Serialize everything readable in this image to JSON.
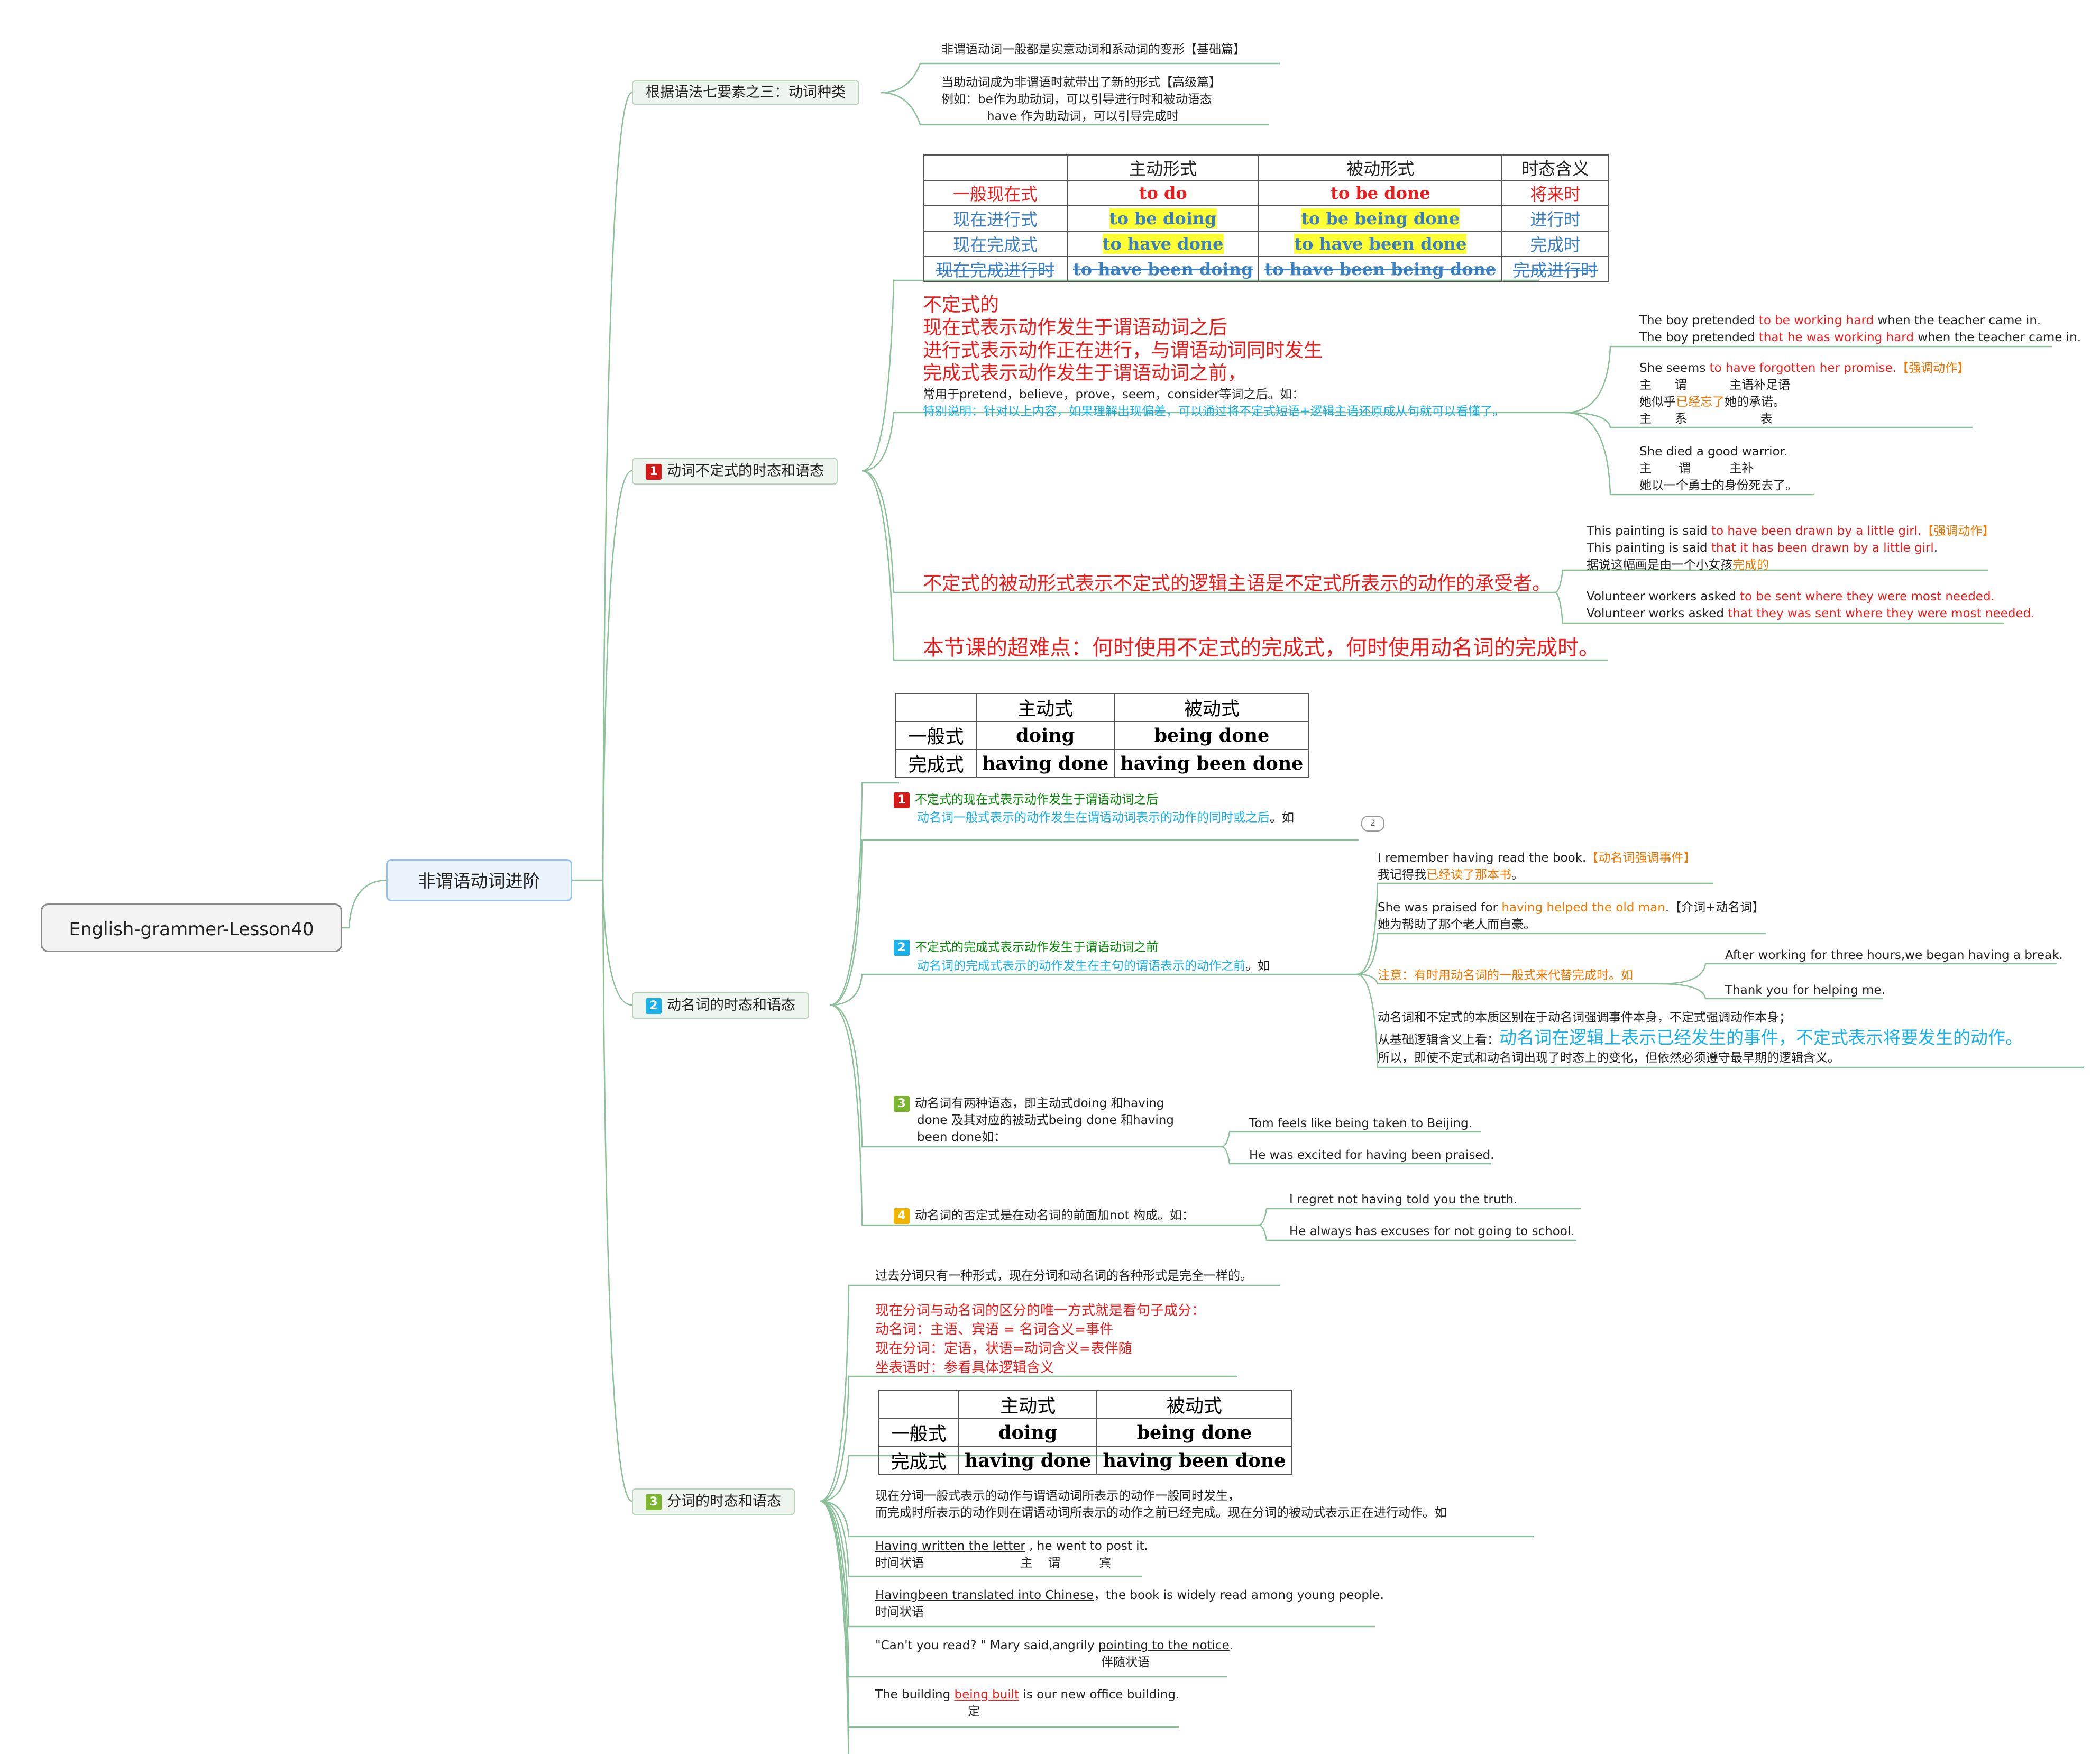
{
  "root": {
    "label": "English-grammer-Lesson40"
  },
  "main": {
    "label": "非谓语动词进阶"
  },
  "branch0": {
    "label": "根据语法七要素之三：动词种类",
    "note1": "非谓语动词一般都是实意动词和系动词的变形【基础篇】",
    "note2a": "当助动词成为非谓语时就带出了新的形式【高级篇】",
    "note2b": "例如：be作为助动词，可以引导进行时和被动语态",
    "note2c": "have 作为助动词，可以引导完成时"
  },
  "table1": {
    "header": [
      "",
      "主动形式",
      "被动形式",
      "时态含义"
    ],
    "rows": [
      [
        "一般现在式",
        "to do",
        "to be done",
        "将来时"
      ],
      [
        "现在进行式",
        "to be doing",
        "to be being done",
        "进行时"
      ],
      [
        "现在完成式",
        "to have done",
        "to have been done",
        "完成时"
      ],
      [
        "现在完成进行时",
        "to have been doing",
        "to have been being done",
        "完成进行时"
      ]
    ],
    "colors": {
      "row1": "#e81f1f",
      "row_other": "#3b7fc0",
      "highlight": "#ffff33"
    }
  },
  "branch1": {
    "badge": "1",
    "label": "动词不定式的时态和语态",
    "def1": "不定式的",
    "def2": "现在式表示动作发生于谓语动词之后",
    "def3": "进行式表示动作正在进行，与谓语动词同时发生",
    "def4": "完成式表示动作发生于谓语动词之前，",
    "def5": "常用于pretend，believe，prove，seem，consider等词之后。如：",
    "def6": "特别说明：针对以上内容，如果理解出现偏差，可以通过将不定式短语+逻辑主语还原成从句就可以看懂了。",
    "ex1a": [
      "The boy pretended ",
      "to be working hard",
      " when the teacher came in."
    ],
    "ex1b": [
      "The boy pretended ",
      "that he was working hard",
      " when the teacher came in."
    ],
    "ex2a": [
      "She seems ",
      "to have forgotten her promise.",
      "【强调动作】"
    ],
    "ex2b": "主      谓           主语补足语",
    "ex2c": [
      "她似乎",
      "已经忘了",
      "她的承诺。"
    ],
    "ex2d": "主      系                   表",
    "ex3a": "She died a good warrior.",
    "ex3b": "主       谓          主补",
    "ex3c": "她以一个勇士的身份死去了。",
    "passive": "不定式的被动形式表示不定式的逻辑主语是不定式所表示的动作的承受者。",
    "pex1a": [
      "This painting is said ",
      "to have been drawn by a little girl.",
      "【强调动作】"
    ],
    "pex1b": [
      "This painting is said ",
      "that it has been drawn by a little girl",
      "."
    ],
    "pex1c": [
      "据说这幅画是由一个小女孩",
      "完成的"
    ],
    "pex2a": [
      "Volunteer workers asked ",
      "to be sent where they were most needed."
    ],
    "pex2b": [
      "Volunteer works asked ",
      "that they was sent where they were most needed."
    ],
    "key": "本节课的超难点：何时使用不定式的完成式，何时使用动名词的完成时。"
  },
  "table2": {
    "header": [
      "",
      "主动式",
      "被动式"
    ],
    "rows": [
      [
        "一般式",
        "doing",
        "being done"
      ],
      [
        "完成式",
        "having done",
        "having been done"
      ]
    ]
  },
  "branch2": {
    "badge": "2",
    "label": "动名词的时态和语态",
    "s1badge": "1",
    "s1a": "不定式的现在式表示动作发生于谓语动词之后",
    "s1b": "动名词一般式表示的动作发生在谓语动词表示的动作的同时或之后",
    "s1c": "。如",
    "s1count": "2",
    "s2badge": "2",
    "s2a": "不定式的完成式表示动作发生于谓语动词之前",
    "s2b": "动名词的完成式表示的动作发生在主句的谓语表示的动作之前",
    "s2c": "。如",
    "e1a": [
      "I remember having read the book.",
      "【动名词强调事件】"
    ],
    "e1b": [
      "我记得我",
      "已经读了那本书",
      "。"
    ],
    "e2a": [
      "She was praised for ",
      "having helped the old man",
      ".【介词+动名词】"
    ],
    "e2b": "她为帮助了那个老人而自豪。",
    "note": "注意：有时用动名词的一般式来代替完成时。如",
    "n1": "After working for three hours,we began having a break.",
    "n2": "Thank you for helping me.",
    "diff1": "动名词和不定式的本质区别在于动名词强调事件本身，不定式强调动作本身；",
    "diff2a": "从基础逻辑含义上看：",
    "diff2b": "动名词在逻辑上表示已经发生的事件，不定式表示将要发生的动作。",
    "diff3": "所以，即使不定式和动名词出现了时态上的变化，但依然必须遵守最早期的逻辑含义。",
    "s3badge": "3",
    "s3a": "动名词有两种语态，即主动式doing 和having",
    "s3b": "done 及其对应的被动式being done 和having",
    "s3c": "been done如：",
    "s3e1": "Tom feels like being taken to Beijing.",
    "s3e2": "He was excited for having been praised.",
    "s4badge": "4",
    "s4": "动名词的否定式是在动名词的前面加not 构成。如：",
    "s4e1": "I regret not having told you the truth.",
    "s4e2": "He always has excuses for not going to school."
  },
  "branch3": {
    "badge": "3",
    "label": "分词的时态和语态",
    "p1": "过去分词只有一种形式，现在分词和动名词的各种形式是完全一样的。",
    "p2a": "现在分词与动名词的区分的唯一方式就是看句子成分：",
    "p2b": "动名词：主语、宾语 = 名词含义=事件",
    "p2c": "现在分词：定语，状语=动词含义=表伴随",
    "p2d": "坐表语时：参看具体逻辑含义",
    "p3a": "现在分词一般式表示的动作与谓语动词所表示的动作一般同时发生，",
    "p3b": "而完成时所表示的动作则在谓语动词所表示的动作之前已经完成。现在分词的被动式表示正在进行动作。如",
    "x1a": [
      "Having written the letter",
      " , he went to post it."
    ],
    "x1b": "时间状语                         主    谓          宾",
    "x2a": [
      "Havingbeen translated into Chinese",
      "，the book is widely read among young people."
    ],
    "x2b": "时间状语",
    "x3a": [
      "\"Can't you read? \" Mary said,angrily ",
      "pointing to the notice",
      "."
    ],
    "x3b": "伴随状语",
    "x4a": [
      "The building ",
      "being built",
      " is our new office building."
    ],
    "x4b": "定"
  },
  "table3": {
    "header": [
      "",
      "主动式",
      "被动式"
    ],
    "rows": [
      [
        "一般式",
        "doing",
        "being done"
      ],
      [
        "完成式",
        "having done",
        "having been done"
      ]
    ]
  },
  "colors": {
    "red": "#e81f1f",
    "orange": "#f07800",
    "cyan": "#1ab0e8",
    "green": "#0a8a0a",
    "node_border": "#b5d4b9",
    "line": "#8cc09a"
  }
}
